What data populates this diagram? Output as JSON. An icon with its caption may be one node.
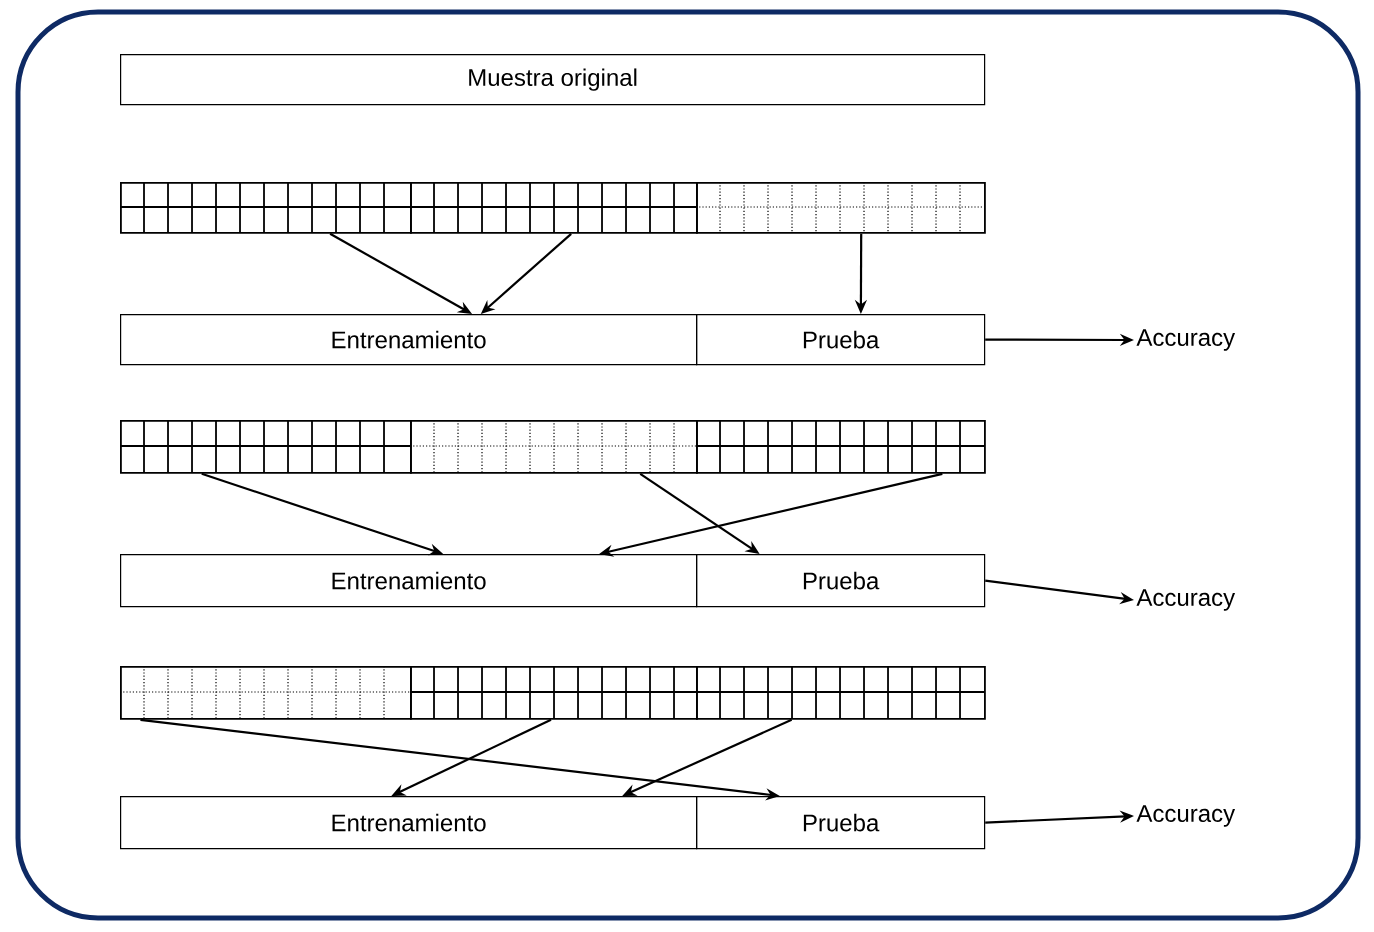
{
  "diagram": {
    "nodes": [
      {
        "text": [
          "Muestra original"
        ]
      },
      {
        "text": [],
        "shape": "bar"
      },
      {
        "text": [],
        "shape": "bar"
      },
      {
        "text": [],
        "shape": "bar"
      },
      {
        "text": [
          "Entrenamiento"
        ]
      },
      {
        "text": [
          "Prueba"
        ]
      },
      {
        "text": [
          "Accuracy"
        ]
      },
      {
        "text": [],
        "shape": "bar"
      },
      {
        "text": [],
        "shape": "bar"
      },
      {
        "text": [],
        "shape": "bar"
      },
      {
        "text": [
          "Entrenamiento"
        ]
      },
      {
        "text": [
          "Prueba"
        ]
      },
      {
        "text": [
          "Accuracy"
        ]
      },
      {
        "text": [],
        "shape": "bar"
      },
      {
        "text": [],
        "shape": "bar"
      },
      {
        "text": [],
        "shape": "bar"
      },
      {
        "text": [
          "Entrenamiento"
        ]
      },
      {
        "text": [
          "Prueba"
        ]
      },
      {
        "text": [
          "Accuracy"
        ]
      }
    ],
    "edges": [
      {
        "from": 1,
        "to": 4,
        "arrow": "to"
      },
      {
        "from": 2,
        "to": 4,
        "arrow": "to"
      },
      {
        "from": 3,
        "to": 5,
        "arrow": "to"
      },
      {
        "from": 5,
        "to": 6,
        "arrow": "to"
      },
      {
        "from": 7,
        "to": 10,
        "arrow": "to"
      },
      {
        "from": 9,
        "to": 10,
        "arrow": "to"
      },
      {
        "from": 8,
        "to": 11,
        "arrow": "to"
      },
      {
        "from": 11,
        "to": 12,
        "arrow": "to"
      },
      {
        "from": 14,
        "to": 16,
        "arrow": "to"
      },
      {
        "from": 15,
        "to": 16,
        "arrow": "to"
      },
      {
        "from": 13,
        "to": 17,
        "arrow": "to"
      },
      {
        "from": 17,
        "to": 18,
        "arrow": "to"
      }
    ]
  }
}
